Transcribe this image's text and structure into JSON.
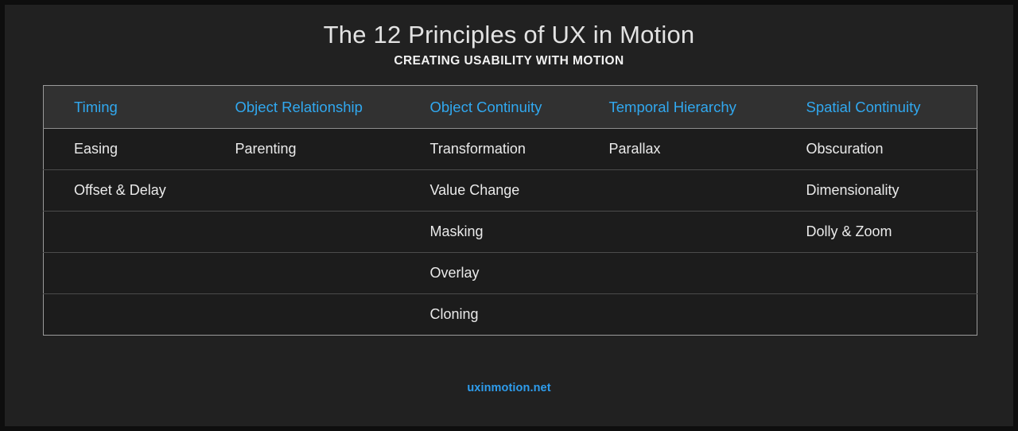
{
  "slide": {
    "background_color": "#212121",
    "frame_color": "#0e0e0e",
    "accent_color": "#31a8ef",
    "text_color": "#eaeaea"
  },
  "header": {
    "title": "The 12 Principles of UX in Motion",
    "subtitle": "CREATING USABILITY WITH MOTION"
  },
  "table": {
    "header_background": "#313131",
    "row_background": "#1c1c1c",
    "columns": [
      {
        "label": "Timing"
      },
      {
        "label": "Object Relationship"
      },
      {
        "label": "Object Continuity"
      },
      {
        "label": "Temporal Hierarchy"
      },
      {
        "label": "Spatial Continuity"
      }
    ],
    "rows": [
      {
        "cells": [
          "Easing",
          "Parenting",
          "Transformation",
          "Parallax",
          "Obscuration"
        ]
      },
      {
        "cells": [
          "Offset & Delay",
          "",
          "Value Change",
          "",
          "Dimensionality"
        ]
      },
      {
        "cells": [
          "",
          "",
          "Masking",
          "",
          "Dolly & Zoom"
        ]
      },
      {
        "cells": [
          "",
          "",
          "Overlay",
          "",
          ""
        ]
      },
      {
        "cells": [
          "",
          "",
          "Cloning",
          "",
          ""
        ]
      }
    ]
  },
  "footer": {
    "link_label": "uxinmotion.net"
  }
}
